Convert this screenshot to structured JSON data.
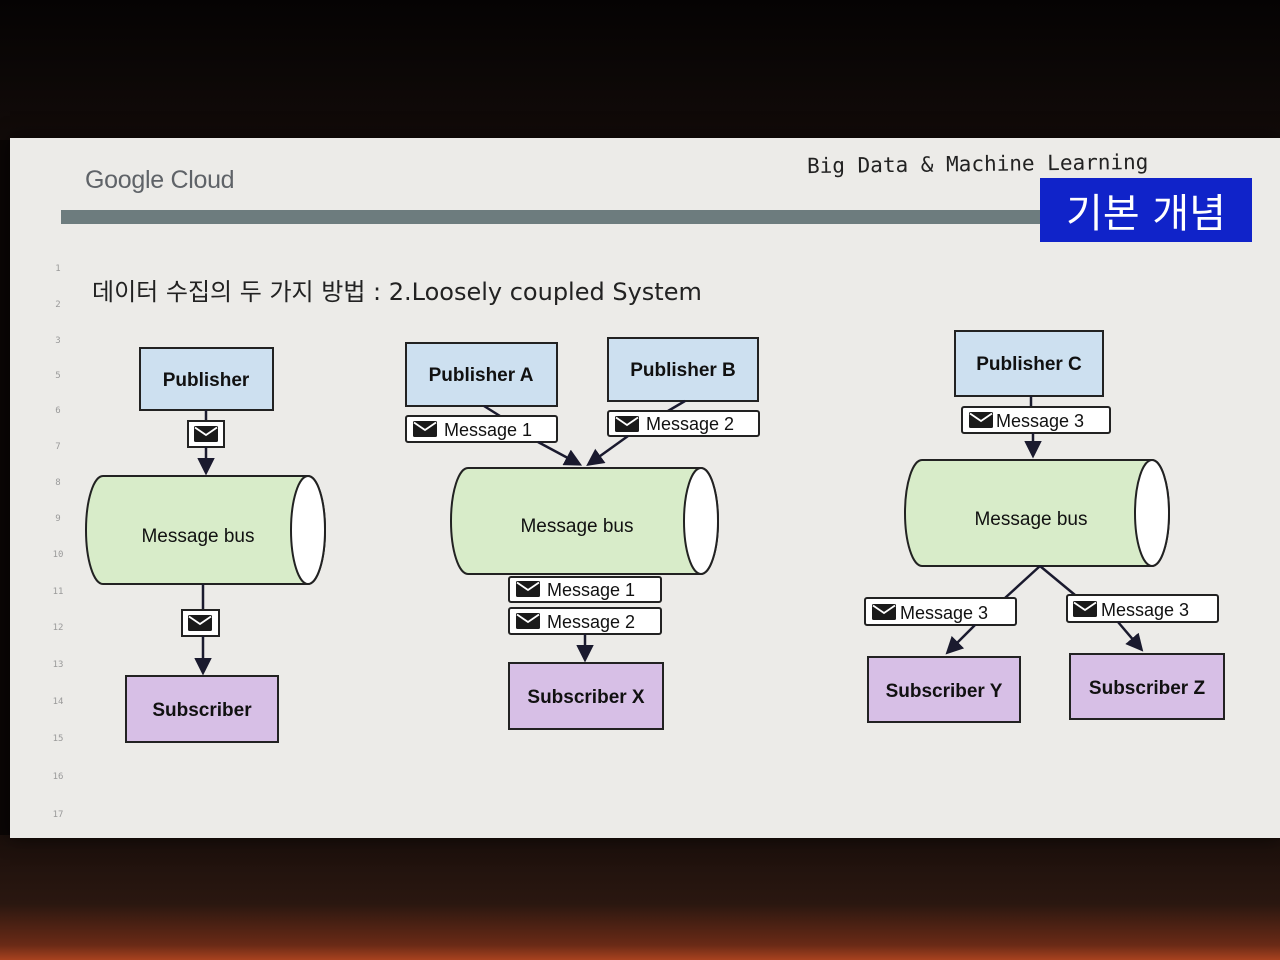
{
  "slide": {
    "logo": "Google Cloud",
    "header_right": "Big Data & Machine Learning",
    "tag": "기본 개념",
    "title": "데이터 수집의 두 가지 방법 : 2.Loosely coupled System",
    "line_numbers": [
      "1",
      "2",
      "3",
      "5",
      "6",
      "7",
      "8",
      "9",
      "10",
      "11",
      "12",
      "13",
      "14",
      "15",
      "16",
      "17"
    ]
  },
  "colors": {
    "publisher_fill": "#cde0f0",
    "bus_fill": "#d8ecc9",
    "subscriber_fill": "#d7bfe6",
    "tag_bg": "#1023c9",
    "header_bar": "#6d7c7e"
  },
  "diagram1": {
    "publisher": "Publisher",
    "bus": "Message bus",
    "subscriber": "Subscriber"
  },
  "diagram2": {
    "publisher_a": "Publisher A",
    "publisher_b": "Publisher B",
    "msg_in_1": "Message 1",
    "msg_in_2": "Message 2",
    "bus": "Message bus",
    "msg_out_1": "Message 1",
    "msg_out_2": "Message 2",
    "subscriber": "Subscriber X"
  },
  "diagram3": {
    "publisher": "Publisher C",
    "msg_in": "Message 3",
    "bus": "Message bus",
    "msg_out_y": "Message 3",
    "msg_out_z": "Message 3",
    "subscriber_y": "Subscriber Y",
    "subscriber_z": "Subscriber Z"
  },
  "icons": {
    "message": "envelope-icon"
  }
}
